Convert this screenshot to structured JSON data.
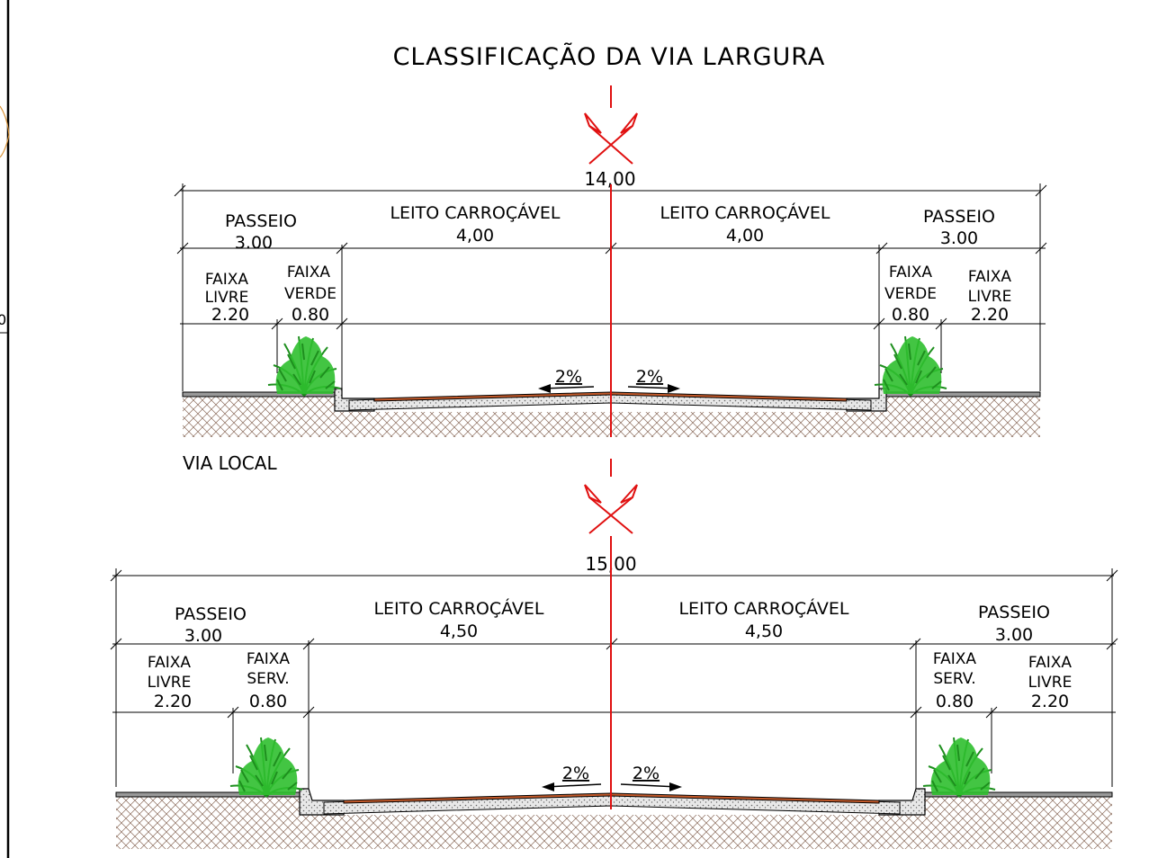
{
  "title": "CLASSIFICAÇÃO DA VIA LARGURA",
  "colors": {
    "centerline": "#e01010",
    "vegetation": "#2fbf2f",
    "vegetation_dark": "#1e8f1e",
    "soil_hatch": "#8a6a5a",
    "asphalt": "#c45a2a",
    "left_frame_accent": "#d9943a"
  },
  "sections": [
    {
      "id": "section-1",
      "caption": "VIA LOCAL",
      "total_width": "14,00",
      "passeio_left": {
        "label": "PASSEIO",
        "value": "3.00"
      },
      "leito_left": {
        "label": "LEITO  CARROÇÁVEL",
        "value": "4,00"
      },
      "leito_right": {
        "label": "LEITO  CARROÇÁVEL",
        "value": "4,00"
      },
      "passeio_right": {
        "label": "PASSEIO",
        "value": "3.00"
      },
      "left_faixa_outer": {
        "line1": "FAIXA",
        "line2": "LIVRE",
        "value": "2.20"
      },
      "left_faixa_inner": {
        "line1": "FAIXA",
        "line2": "VERDE",
        "value": "0.80"
      },
      "right_faixa_inner": {
        "line1": "FAIXA",
        "line2": "VERDE",
        "value": "0.80"
      },
      "right_faixa_outer": {
        "line1": "FAIXA",
        "line2": "LIVRE",
        "value": "2.20"
      },
      "slope_left": "2%",
      "slope_right": "2%"
    },
    {
      "id": "section-2",
      "caption": "",
      "total_width": "15,00",
      "passeio_left": {
        "label": "PASSEIO",
        "value": "3.00"
      },
      "leito_left": {
        "label": "LEITO  CARROÇÁVEL",
        "value": "4,50"
      },
      "leito_right": {
        "label": "LEITO  CARROÇÁVEL",
        "value": "4,50"
      },
      "passeio_right": {
        "label": "PASSEIO",
        "value": "3.00"
      },
      "left_faixa_outer": {
        "line1": "FAIXA",
        "line2": "LIVRE",
        "value": "2.20"
      },
      "left_faixa_inner": {
        "line1": "FAIXA",
        "line2": "SERV.",
        "value": "0.80"
      },
      "right_faixa_inner": {
        "line1": "FAIXA",
        "line2": "SERV.",
        "value": "0.80"
      },
      "right_faixa_outer": {
        "line1": "FAIXA",
        "line2": "LIVRE",
        "value": "2.20"
      },
      "slope_left": "2%",
      "slope_right": "2%"
    }
  ]
}
